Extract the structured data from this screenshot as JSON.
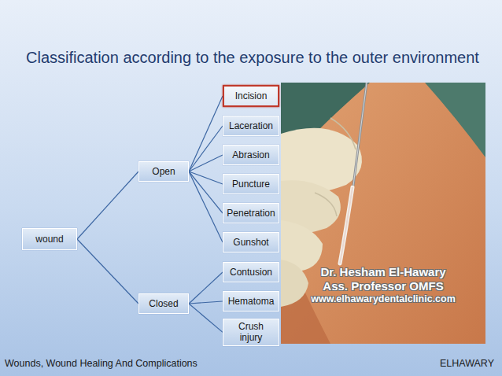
{
  "diagram": {
    "title": "Classification according to the exposure to the outer environment",
    "nodes": [
      {
        "text": [
          "wound"
        ]
      },
      {
        "text": [
          "Open"
        ]
      },
      {
        "text": [
          "Incision"
        ]
      },
      {
        "text": [
          "Laceration"
        ]
      },
      {
        "text": [
          "Abrasion"
        ]
      },
      {
        "text": [
          "Puncture"
        ]
      },
      {
        "text": [
          "Penetration"
        ]
      },
      {
        "text": [
          "Gunshot"
        ]
      },
      {
        "text": [
          "Closed"
        ]
      },
      {
        "text": [
          "Contusion"
        ]
      },
      {
        "text": [
          "Hematoma"
        ]
      },
      {
        "text": [
          "Crush injury"
        ]
      }
    ],
    "edges": [
      {
        "from": 0,
        "to": 1,
        "arrow": "none"
      },
      {
        "from": 0,
        "to": 8,
        "arrow": "none"
      },
      {
        "from": 1,
        "to": 2,
        "arrow": "none"
      },
      {
        "from": 1,
        "to": 3,
        "arrow": "none"
      },
      {
        "from": 1,
        "to": 4,
        "arrow": "none"
      },
      {
        "from": 1,
        "to": 5,
        "arrow": "none"
      },
      {
        "from": 1,
        "to": 6,
        "arrow": "none"
      },
      {
        "from": 1,
        "to": 7,
        "arrow": "none"
      },
      {
        "from": 8,
        "to": 9,
        "arrow": "none"
      },
      {
        "from": 8,
        "to": 10,
        "arrow": "none"
      },
      {
        "from": 8,
        "to": 11,
        "arrow": "none"
      }
    ],
    "labels": [
      "Dr. Hesham El-Hawary",
      "Ass. Professor OMFS",
      "www.elhawarydentalclinic.com",
      "Wounds, Wound Healing And Complications",
      "ELHAWARY"
    ]
  }
}
